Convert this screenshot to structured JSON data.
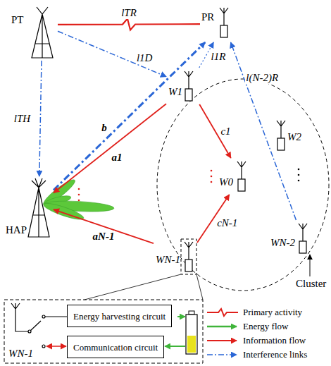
{
  "diagram": {
    "nodes": [
      {
        "text": [
          "PT"
        ]
      },
      {
        "text": [
          "PR"
        ]
      },
      {
        "text": [
          "W1"
        ]
      },
      {
        "text": [
          "W2"
        ]
      },
      {
        "text": [
          "HAP"
        ]
      },
      {
        "text": [
          "W0"
        ]
      },
      {
        "text": [
          "WN-2"
        ]
      },
      {
        "text": [
          "WN-1"
        ]
      },
      {
        "text": [
          "Energy harvesting circuit"
        ]
      },
      {
        "text": [
          "Communication circuit"
        ]
      }
    ],
    "edges": [
      {
        "from": 0,
        "to": 1,
        "arrow": "none",
        "label": "lTR"
      },
      {
        "from": 0,
        "to": 4,
        "arrow": "to",
        "label": "lTH"
      },
      {
        "from": 0,
        "to": 2,
        "arrow": "to",
        "label": "l1D"
      },
      {
        "from": 4,
        "to": 1,
        "arrow": "to",
        "label": "b"
      },
      {
        "from": 2,
        "to": 1,
        "arrow": "to",
        "label": "l1R"
      },
      {
        "from": 6,
        "to": 1,
        "arrow": "to",
        "label": "l(N-2)R"
      },
      {
        "from": 2,
        "to": 4,
        "arrow": "to",
        "label": "a1"
      },
      {
        "from": 7,
        "to": 4,
        "arrow": "to",
        "label": "aN-1"
      },
      {
        "from": 2,
        "to": 5,
        "arrow": "to",
        "label": "c1"
      },
      {
        "from": 7,
        "to": 5,
        "arrow": "to",
        "label": "cN-1"
      }
    ],
    "labels": [
      "WN-1",
      "Cluster"
    ],
    "legend": [
      {
        "text": "Primary activity"
      },
      {
        "text": "Energy flow"
      },
      {
        "text": "Information flow"
      },
      {
        "text": "Interference links"
      }
    ]
  }
}
